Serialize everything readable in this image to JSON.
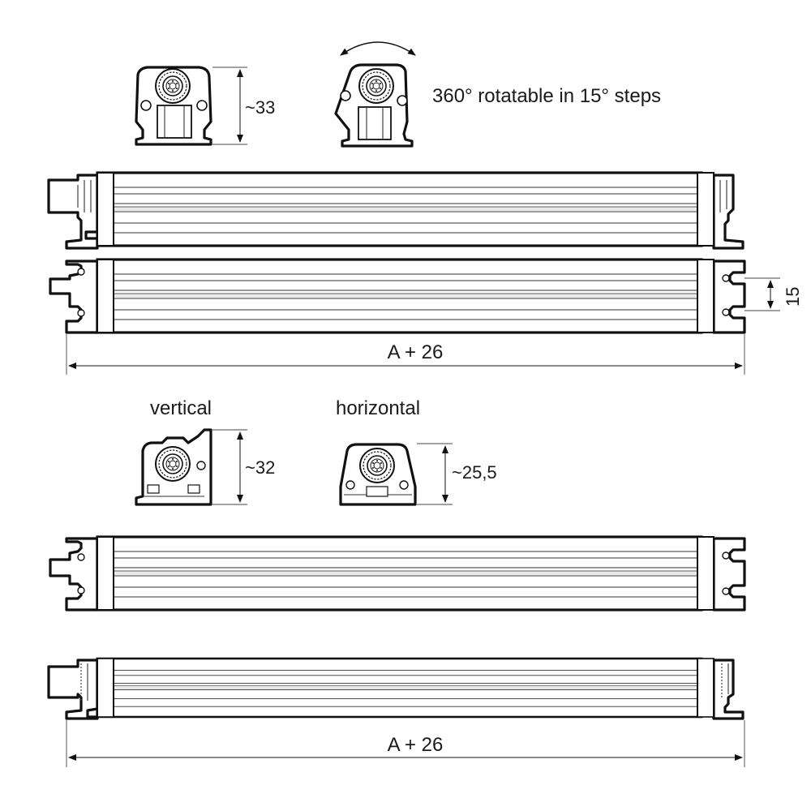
{
  "labels": {
    "dim_side_height": "~33",
    "rotation_note": "360° rotatable in 15° steps",
    "dim_slot_spacing": "15",
    "length_top": "A + 26",
    "mount_vertical": "vertical",
    "mount_horizontal": "horizontal",
    "dim_vertical_height": "~32",
    "dim_horizontal_height": "~25,5",
    "length_bottom": "A + 26"
  },
  "colors": {
    "line": "#111111",
    "fill": "#ffffff",
    "shade": "#e9e9e9"
  }
}
